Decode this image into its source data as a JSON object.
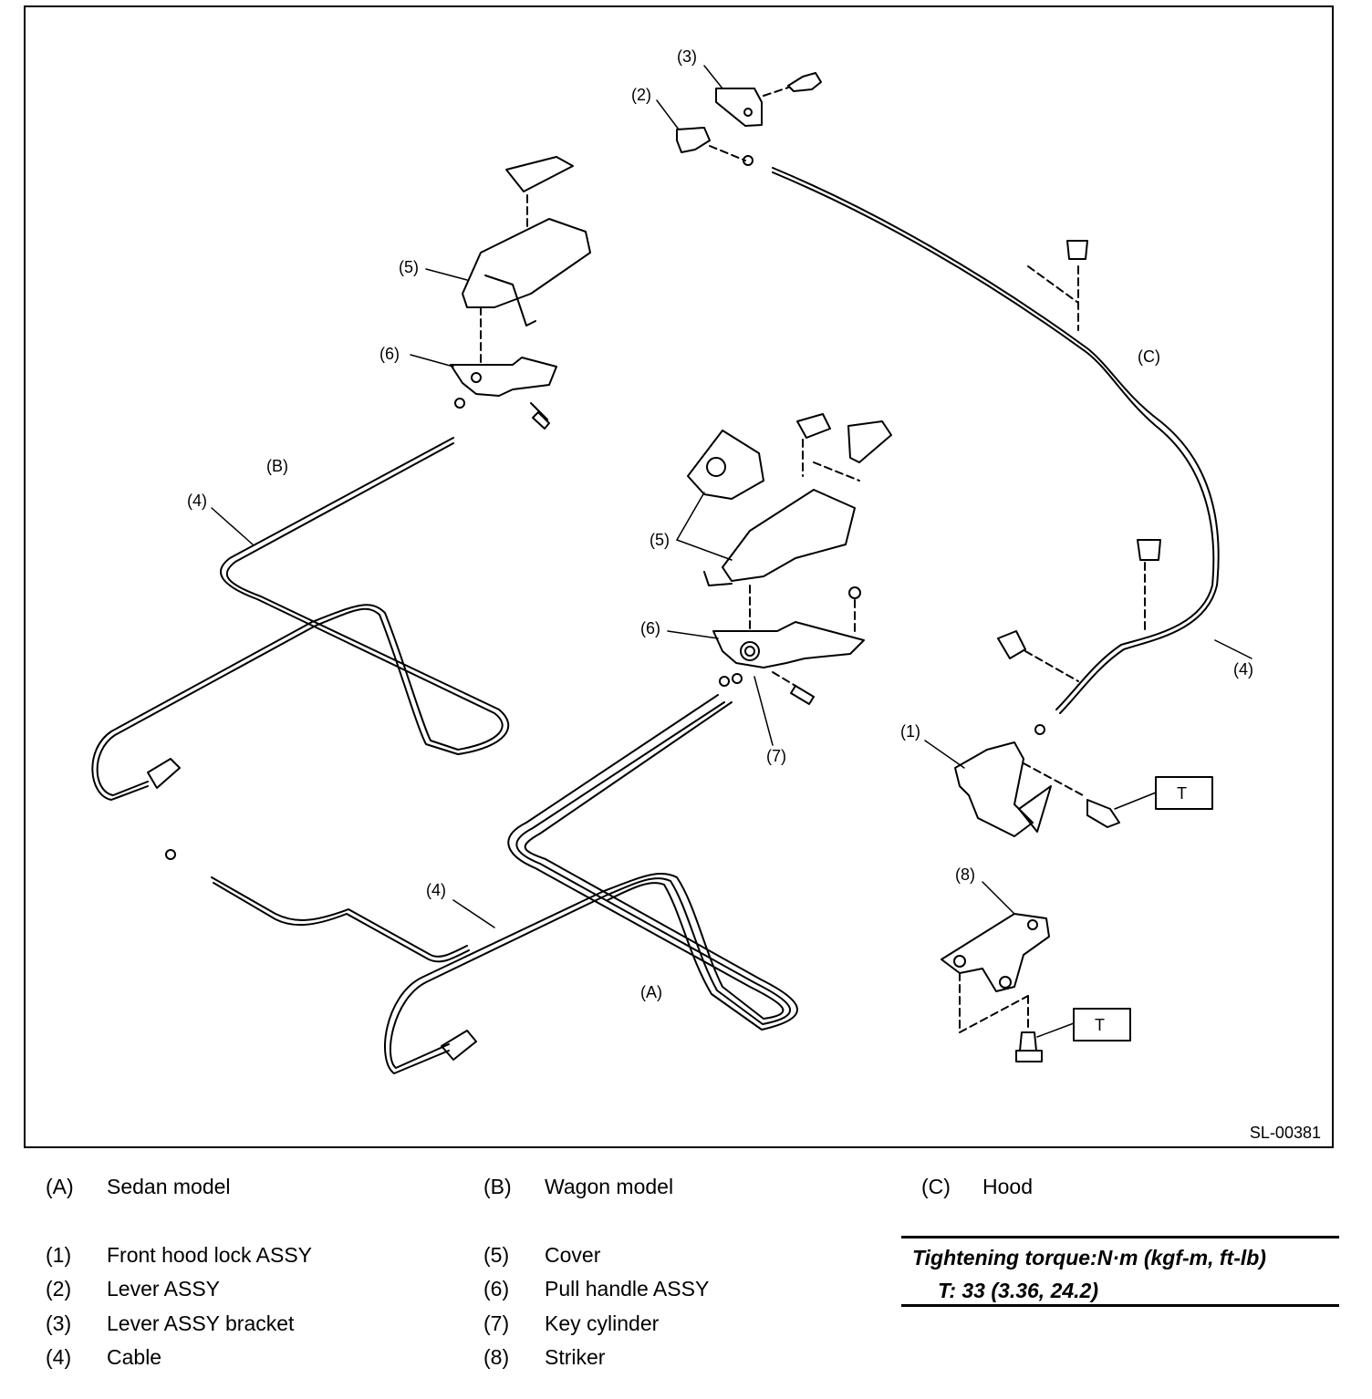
{
  "diagram": {
    "figure_id": "SL-00381",
    "callouts": {
      "n1": "(1)",
      "n2": "(2)",
      "n3": "(3)",
      "n4": "(4)",
      "n5": "(5)",
      "n6": "(6)",
      "n7": "(7)",
      "n8": "(8)",
      "a": "(A)",
      "b": "(B)",
      "c": "(C)",
      "t": "T"
    }
  },
  "legend": {
    "models": [
      {
        "code": "(A)",
        "text": "Sedan model"
      },
      {
        "code": "(B)",
        "text": "Wagon model"
      },
      {
        "code": "(C)",
        "text": "Hood"
      }
    ],
    "parts_left": [
      {
        "code": "(1)",
        "text": "Front hood lock ASSY"
      },
      {
        "code": "(2)",
        "text": "Lever ASSY"
      },
      {
        "code": "(3)",
        "text": "Lever ASSY bracket"
      },
      {
        "code": "(4)",
        "text": "Cable"
      }
    ],
    "parts_right": [
      {
        "code": "(5)",
        "text": "Cover"
      },
      {
        "code": "(6)",
        "text": "Pull handle ASSY"
      },
      {
        "code": "(7)",
        "text": "Key cylinder"
      },
      {
        "code": "(8)",
        "text": "Striker"
      }
    ]
  },
  "torque": {
    "title": "Tightening torque:N·m (kgf-m, ft-lb)",
    "value": "T:   33 (3.36, 24.2)"
  }
}
